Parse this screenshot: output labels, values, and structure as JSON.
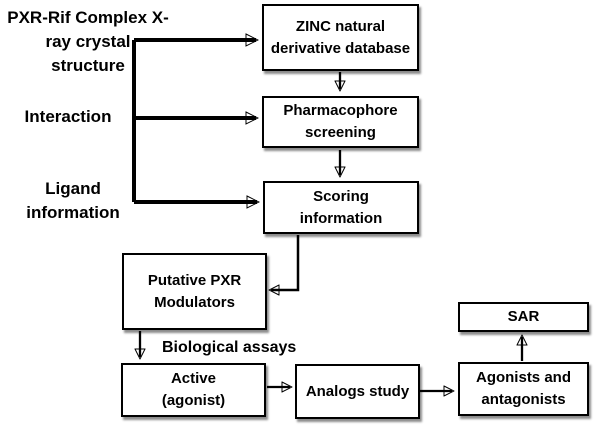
{
  "figure": {
    "title_block": "PXR-Rif Complex X-\nray crystal\nstructure",
    "input_labels": {
      "interaction": "Interaction",
      "ligand": "Ligand\ninformation"
    },
    "nodes": {
      "zinc": "ZINC natural\nderivative database",
      "pharmacophore": "Pharmacophore\nscreening",
      "scoring": "Scoring\ninformation",
      "putative": "Putative PXR\nModulators",
      "active": "Active\n(agonist)",
      "analogs": "Analogs study",
      "agonists": "Agonists and\nantagonists",
      "sar": "SAR"
    },
    "edge_labels": {
      "biological_assays": "Biological assays"
    },
    "edges": [
      {
        "from": "PXR-Rif Complex X-ray crystal structure",
        "to": "ZINC natural derivative database"
      },
      {
        "from": "Interaction",
        "to": "Pharmacophore screening"
      },
      {
        "from": "Ligand information",
        "to": "Scoring information"
      },
      {
        "from": "ZINC natural derivative database",
        "to": "Pharmacophore screening"
      },
      {
        "from": "Pharmacophore screening",
        "to": "Scoring information"
      },
      {
        "from": "Scoring information",
        "to": "Putative PXR Modulators"
      },
      {
        "from": "Putative PXR Modulators",
        "to": "Active (agonist)",
        "label": "Biological assays"
      },
      {
        "from": "Active (agonist)",
        "to": "Analogs study"
      },
      {
        "from": "Analogs study",
        "to": "Agonists and antagonists"
      },
      {
        "from": "Agonists and antagonists",
        "to": "SAR"
      }
    ],
    "colors": {
      "background": "#ffffff",
      "box_fill": "#ffffff",
      "box_border": "#000000",
      "text": "#000000",
      "arrow": "#000000"
    }
  }
}
